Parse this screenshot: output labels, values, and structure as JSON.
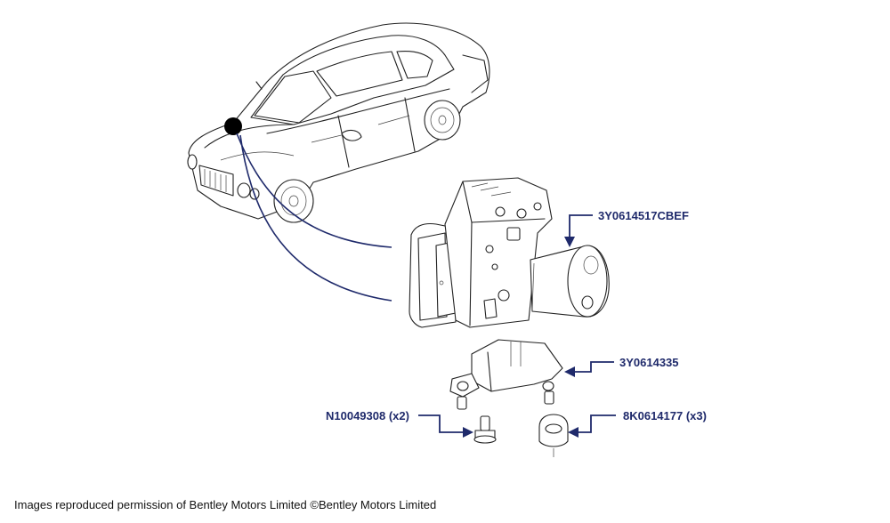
{
  "parts": [
    {
      "number": "3Y0614517CBEF"
    },
    {
      "number": "3Y0614335"
    },
    {
      "number": "N10049308 (x2)"
    },
    {
      "number": "8K0614177 (x3)"
    }
  ],
  "credit": "Images reproduced permission of Bentley Motors Limited ©Bentley Motors Limited",
  "colors": {
    "label": "#1f2a6b",
    "line": "#222222",
    "marker": "#000000"
  }
}
